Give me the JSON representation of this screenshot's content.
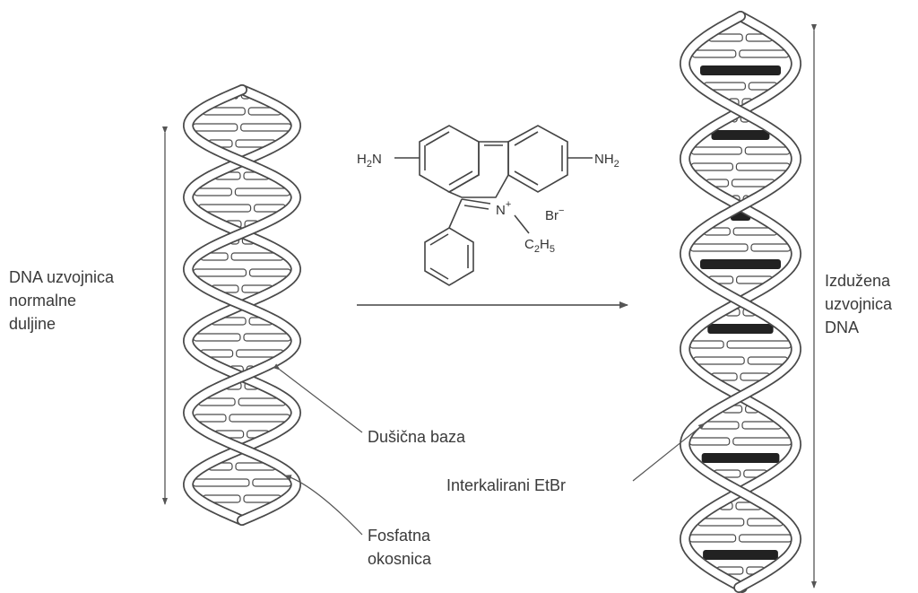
{
  "labels": {
    "normal_dna": [
      "DNA uzvojnica",
      "normalne",
      "duljine"
    ],
    "elongated_dna": [
      "Izdužena",
      "uzvojnica",
      "DNA"
    ],
    "nitrogen_base": "Dušična baza",
    "phosphate_backbone": [
      "Fosfatna",
      "okosnica"
    ],
    "intercalated": "Interkalirani EtBr"
  },
  "molecule": {
    "left_group": "H2N",
    "right_group": "NH2",
    "nitrogen": "N",
    "charge": "+",
    "counter_ion": "Br",
    "counter_charge": "−",
    "ethyl": "C2H5"
  },
  "colors": {
    "ink": "#4a4a4a",
    "intercalator": "#222222",
    "background": "#ffffff"
  }
}
